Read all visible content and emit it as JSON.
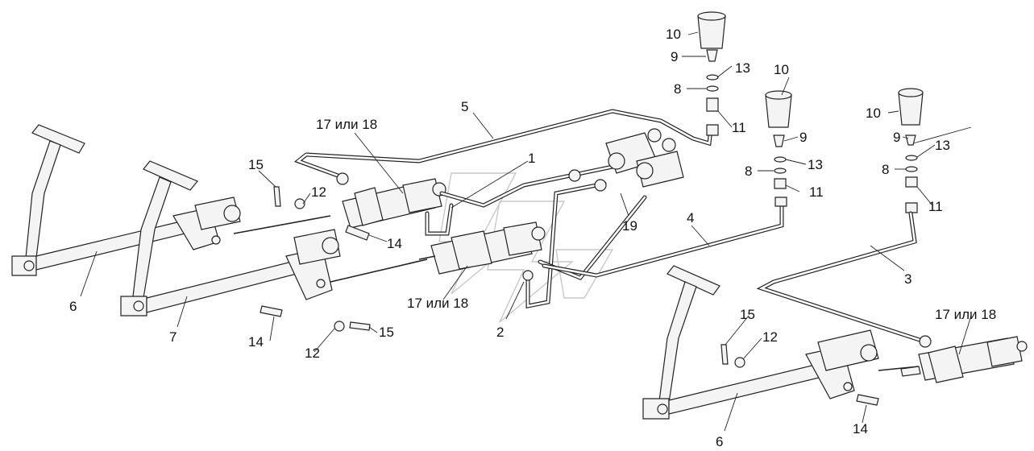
{
  "labels": {
    "l1": "1",
    "l2": "2",
    "l3": "3",
    "l4": "4",
    "l5": "5",
    "l6a": "6",
    "l6b": "6",
    "l7": "7",
    "l8a": "8",
    "l8b": "8",
    "l8c": "8",
    "l9a": "9",
    "l9b": "9",
    "l9c": "9",
    "l10a": "10",
    "l10b": "10",
    "l10c": "10",
    "l11a": "11",
    "l11b": "11",
    "l11c": "11",
    "l12a": "12",
    "l12b": "12",
    "l12c": "12",
    "l13a": "13",
    "l13b": "13",
    "l13c": "13",
    "l14a": "14",
    "l14b": "14",
    "l14c": "14",
    "l15a": "15",
    "l15b": "15",
    "l15c": "15",
    "l17a": "17 или 18",
    "l17b": "17 или 18",
    "l17c": "17 или 18",
    "l19": "19"
  }
}
